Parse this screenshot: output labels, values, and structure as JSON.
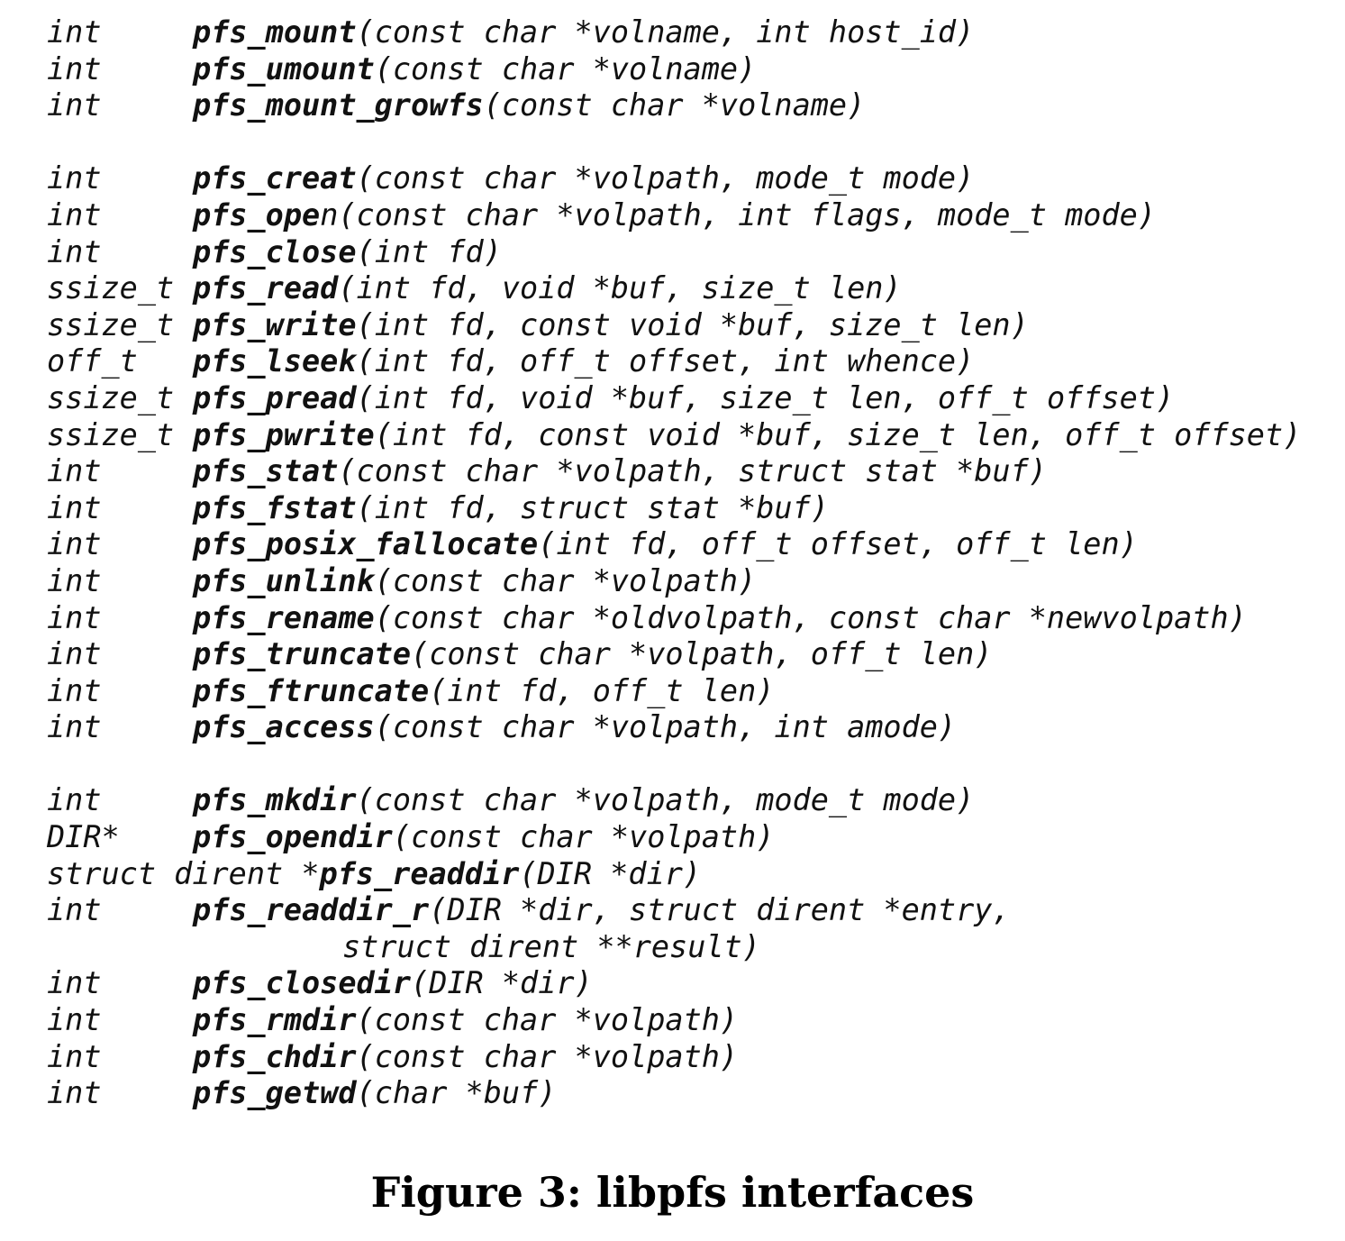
{
  "figure": {
    "caption": "Figure 3: libpfs interfaces"
  },
  "groups": [
    [
      {
        "ret": "int",
        "name": "pfs_mount",
        "args": "(const char *volname, int host_id)"
      },
      {
        "ret": "int",
        "name": "pfs_umount",
        "args": "(const char *volname)"
      },
      {
        "ret": "int",
        "name": "pfs_mount_growfs",
        "args": "(const char *volname)"
      }
    ],
    [
      {
        "ret": "int",
        "name": "pfs_creat",
        "args": "(const char *volpath, mode_t mode)"
      },
      {
        "ret": "int",
        "name": "pfs_ope",
        "suffix": "n",
        "args": "(const char *volpath, int flags, mode_t mode)"
      },
      {
        "ret": "int",
        "name": "pfs_close",
        "args": "(int fd)"
      },
      {
        "ret": "ssize_t",
        "name": "pfs_read",
        "args": "(int fd, void *buf, size_t len)"
      },
      {
        "ret": "ssize_t",
        "name": "pfs_write",
        "args": "(int fd, const void *buf, size_t len)"
      },
      {
        "ret": "off_t",
        "name": "pfs_lseek",
        "args": "(int fd, off_t offset, int whence)"
      },
      {
        "ret": "ssize_t",
        "name": "pfs_pread",
        "args": "(int fd, void *buf, size_t len, off_t offset)"
      },
      {
        "ret": "ssize_t",
        "name": "pfs_pwrite",
        "args": "(int fd, const void *buf, size_t len, off_t offset)"
      },
      {
        "ret": "int",
        "name": "pfs_stat",
        "args": "(const char *volpath, struct stat *buf)"
      },
      {
        "ret": "int",
        "name": "pfs_fstat",
        "args": "(int fd, struct stat *buf)"
      },
      {
        "ret": "int",
        "name": "pfs_posix_fallocate",
        "args": "(int fd, off_t offset, off_t len)"
      },
      {
        "ret": "int",
        "name": "pfs_unlink",
        "args": "(const char *volpath)"
      },
      {
        "ret": "int",
        "name": "pfs_rename",
        "args": "(const char *oldvolpath, const char *newvolpath)"
      },
      {
        "ret": "int",
        "name": "pfs_truncate",
        "args": "(const char *volpath, off_t len)"
      },
      {
        "ret": "int",
        "name": "pfs_ftruncate",
        "args": "(int fd, off_t len)"
      },
      {
        "ret": "int",
        "name": "pfs_access",
        "args": "(const char *volpath, int amode)"
      }
    ],
    [
      {
        "ret": "int",
        "name": "pfs_mkdir",
        "args": "(const char *volpath, mode_t mode)"
      },
      {
        "ret": "DIR*",
        "name": "pfs_opendir",
        "args": "(const char *volpath)"
      },
      {
        "ret": "struct dirent *",
        "wide": true,
        "name": "pfs_readdir",
        "args": "(DIR *dir)"
      },
      {
        "ret": "int",
        "name": "pfs_readdir_r",
        "args": "(DIR *dir, struct dirent *entry,",
        "continuation": "struct dirent **result)"
      },
      {
        "ret": "int",
        "name": "pfs_closedir",
        "args": "(DIR *dir)"
      },
      {
        "ret": "int",
        "name": "pfs_rmdir",
        "args": "(const char *volpath)"
      },
      {
        "ret": "int",
        "name": "pfs_chdir",
        "args": "(const char *volpath)"
      },
      {
        "ret": "int",
        "name": "pfs_getwd",
        "args": "(char *buf)"
      }
    ]
  ]
}
